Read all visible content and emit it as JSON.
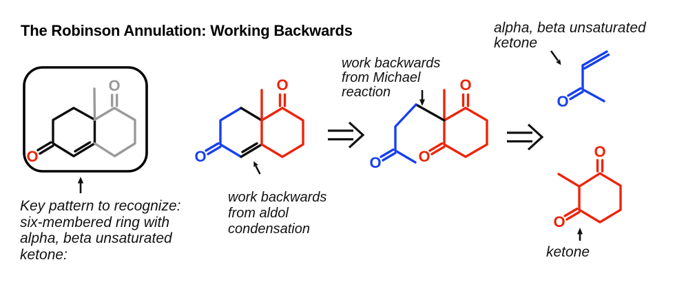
{
  "title": "The Robinson Annulation: Working Backwards",
  "colors": {
    "black": "#0d0d0d",
    "red": "#ed2409",
    "blue": "#1740ee",
    "gray": "#999999",
    "background": "#ffffff"
  },
  "atoms": {
    "oxygen": "O"
  },
  "annotations": {
    "key_pattern": {
      "lines": [
        "Key pattern to recognize:",
        "six-membered ring with",
        "alpha, beta unsaturated",
        "ketone:"
      ]
    },
    "aldol": {
      "lines": [
        "work backwards",
        "from aldol",
        "condensation"
      ]
    },
    "michael": {
      "lines": [
        "work backwards",
        "from Michael",
        "reaction"
      ]
    },
    "enone": {
      "lines": [
        "alpha, beta unsaturated",
        "ketone"
      ]
    },
    "dione_label": "ketone"
  }
}
